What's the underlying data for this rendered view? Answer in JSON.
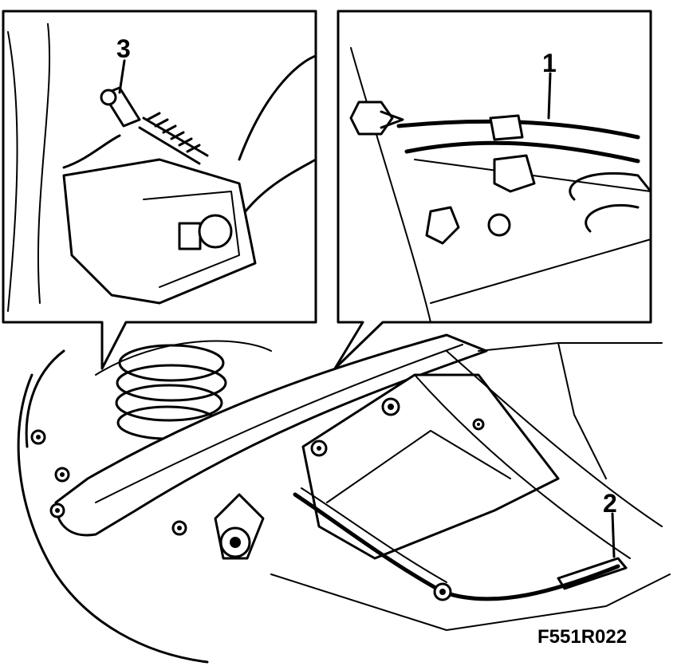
{
  "figure": {
    "code": "F551R022",
    "callouts": [
      {
        "id": "1",
        "label": "1"
      },
      {
        "id": "2",
        "label": "2"
      },
      {
        "id": "3",
        "label": "3"
      }
    ]
  }
}
